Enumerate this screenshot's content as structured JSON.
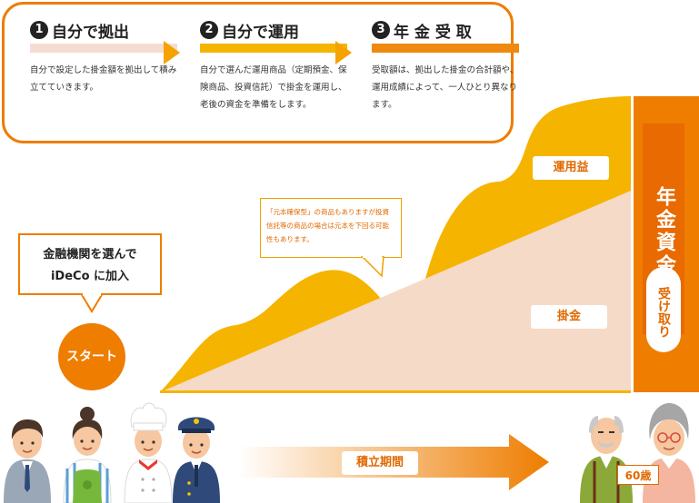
{
  "steps": [
    {
      "num": "1",
      "title": "自分で拠出",
      "desc": "自分で設定した掛金額を拠出して積み立てていきます。"
    },
    {
      "num": "2",
      "title": "自分で運用",
      "desc": "自分で選んだ運用商品（定期預金、保険商品、投資信託）で掛金を運用し、老後の資金を準備をします。"
    },
    {
      "num": "3",
      "title": "年 金 受 取",
      "desc": "受取額は、拠出した掛金の合計額や、運用成績によって、一人ひとり異なります。"
    }
  ],
  "labels": {
    "profit": "運用益",
    "contribution": "掛金",
    "pension": "年金資金",
    "receive": "受け取り",
    "note": "「元本確保型」の商品もありますが投資信託等の商品の場合は元本を下回る可能性もあります。",
    "bubble_line1": "金融機関を選んで",
    "bubble_line2": "iDeCo に加入",
    "start": "スタート",
    "period": "積立期間",
    "age": "60歳"
  },
  "colors": {
    "accent": "#ee7d00",
    "profit_area": "#f5b400",
    "contribution_area": "#f6dac8",
    "step1_bar": "#f6dcd2",
    "step2_bar": "#f5b400",
    "step3_bar": "#ee8a10"
  },
  "icons": {
    "people_start": [
      "office-worker-icon",
      "apron-woman-icon",
      "chef-icon",
      "police-officer-icon"
    ],
    "people_end": [
      "elderly-man-icon",
      "elderly-woman-icon"
    ]
  }
}
